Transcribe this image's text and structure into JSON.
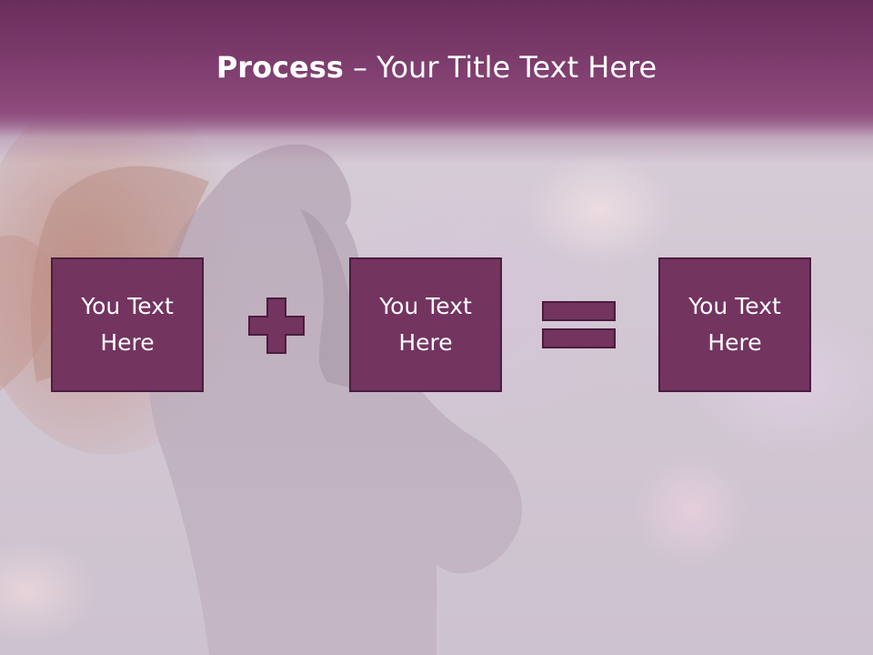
{
  "slide": {
    "title_bold": "Process",
    "title_rest": " – Your Title Text Here",
    "boxes": [
      {
        "text": "You Text Here"
      },
      {
        "text": "You Text Here"
      },
      {
        "text": "You Text Here"
      }
    ],
    "operators": [
      "plus-icon",
      "equals-icon"
    ]
  },
  "colors": {
    "header": "#7a3a6a",
    "box_fill": "#733460",
    "box_border": "#4a1d3e",
    "operator_fill": "#733460",
    "text": "#ffffff"
  }
}
